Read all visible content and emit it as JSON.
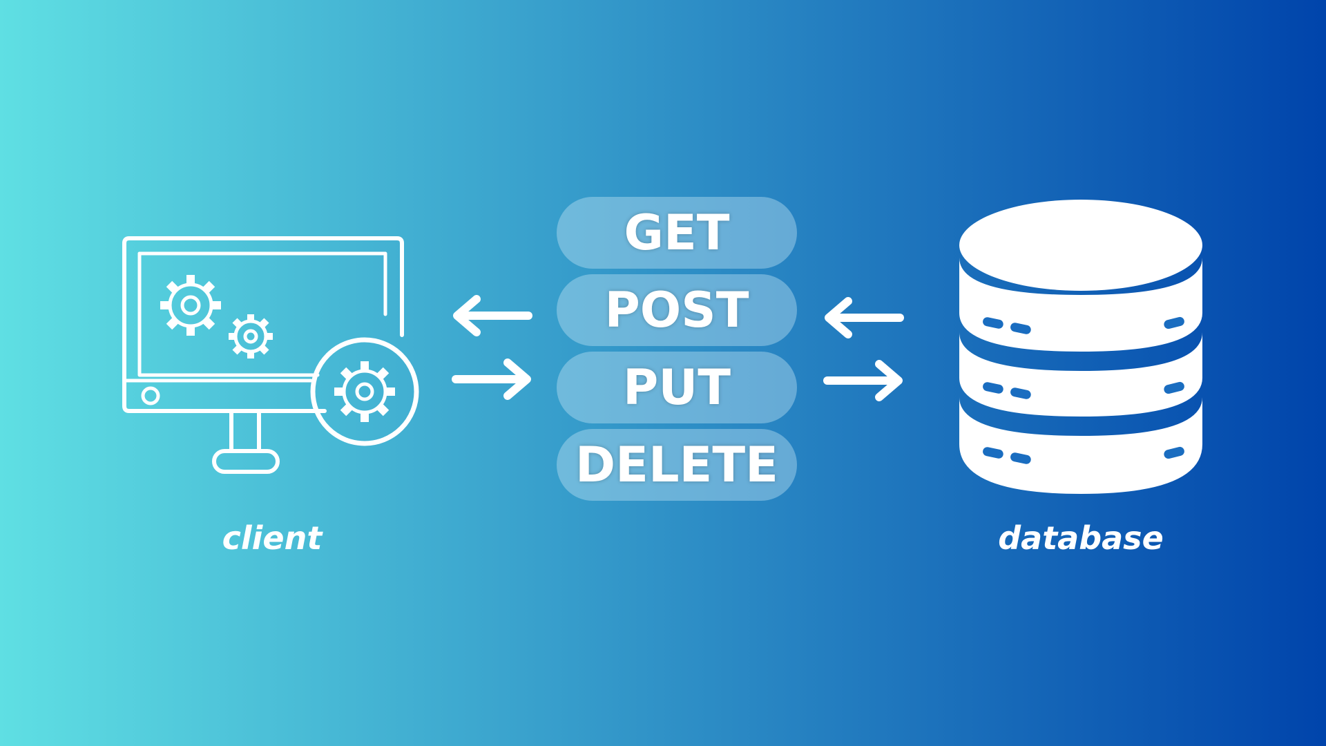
{
  "diagram": {
    "colors": {
      "gradient_start": "#5fdfe3",
      "gradient_end": "#0044ab",
      "foreground": "#ffffff",
      "pill_fill": "#bfe2f2"
    },
    "client": {
      "label": "client",
      "icon": "monitor-gears-icon"
    },
    "database": {
      "label": "database",
      "icon": "database-stack-icon"
    },
    "methods": [
      {
        "label": "GET"
      },
      {
        "label": "POST"
      },
      {
        "label": "PUT"
      },
      {
        "label": "DELETE"
      }
    ],
    "arrows": [
      {
        "name": "client-from-api-arrow",
        "direction": "left"
      },
      {
        "name": "client-to-api-arrow",
        "direction": "right"
      },
      {
        "name": "api-from-database-arrow",
        "direction": "left"
      },
      {
        "name": "api-to-database-arrow",
        "direction": "right"
      }
    ]
  }
}
